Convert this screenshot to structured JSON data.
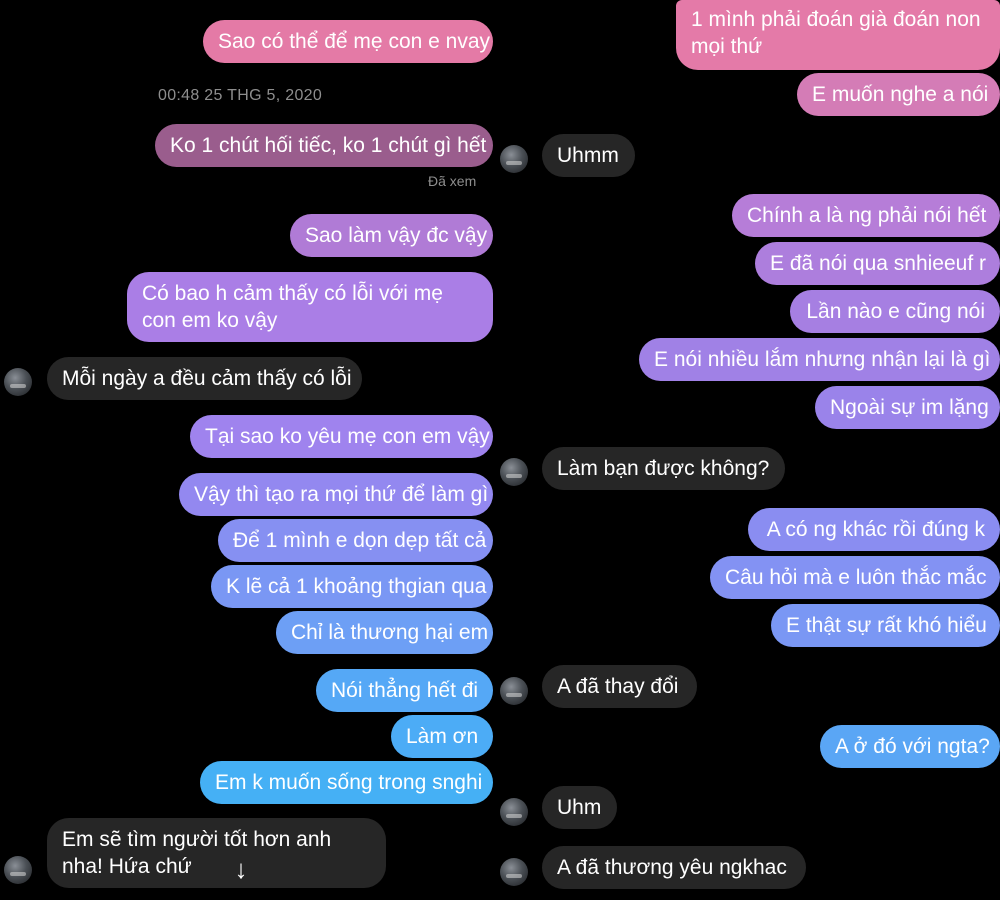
{
  "left": {
    "timestamp": "00:48 25 THG 5, 2020",
    "seen": "Đã xem",
    "messages": [
      {
        "text": "Sao có thể để mẹ con e nvay"
      },
      {
        "text": "Ko 1 chút hối tiếc, ko 1 chút gì hết"
      },
      {
        "text": "Sao làm vậy đc vậy"
      },
      {
        "text": "Có bao h cảm thấy có lỗi với mẹ con em ko vậy"
      },
      {
        "text": "Mỗi ngày a đều cảm thấy có lỗi"
      },
      {
        "text": "Tại sao ko yêu mẹ con em vậy"
      },
      {
        "text": "Vậy thì tạo ra mọi thứ để làm gì"
      },
      {
        "text": "Để 1 mình e dọn dẹp tất cả"
      },
      {
        "text": "K lẽ cả 1 khoảng thgian qua"
      },
      {
        "text": "Chỉ là thương hại em"
      },
      {
        "text": "Nói thẳng hết đi"
      },
      {
        "text": "Làm ơn"
      },
      {
        "text": "Em k muốn sống trong snghi"
      },
      {
        "text": "Em sẽ tìm người tốt hơn anh nha! Hứa chứ"
      }
    ],
    "scroll_icon": "↓"
  },
  "right": {
    "messages": [
      {
        "text": "1 mình phải đoán già đoán non mọi thứ"
      },
      {
        "text": "E muốn nghe a nói"
      },
      {
        "text": "Uhmm"
      },
      {
        "text": "Chính a là ng phải nói hết"
      },
      {
        "text": "E đã nói qua snhieeuf r"
      },
      {
        "text": "Lần nào e cũng nói"
      },
      {
        "text": "E nói nhiều lắm nhưng nhận lại là gì"
      },
      {
        "text": "Ngoài sự im lặng"
      },
      {
        "text": "Làm bạn được không?"
      },
      {
        "text": "A có ng khác rồi đúng k"
      },
      {
        "text": "Câu hỏi mà e luôn thắc mắc"
      },
      {
        "text": "E thật sự rất khó hiểu"
      },
      {
        "text": "A đã thay đổi"
      },
      {
        "text": "A ở đó với ngta?"
      },
      {
        "text": "Uhm"
      },
      {
        "text": "A đã thương yêu ngkhac"
      }
    ]
  },
  "colors": {
    "background": "#000000",
    "incoming": "#262626",
    "outgoing_pink": "#e479a8",
    "outgoing_purple": "#b07ee0",
    "outgoing_blue": "#6f8ef7",
    "outgoing_cyan": "#49aef4",
    "meta_text": "#8e8e8e"
  },
  "icons": {
    "avatar": "profile-avatar",
    "scroll": "arrow-down-icon"
  }
}
